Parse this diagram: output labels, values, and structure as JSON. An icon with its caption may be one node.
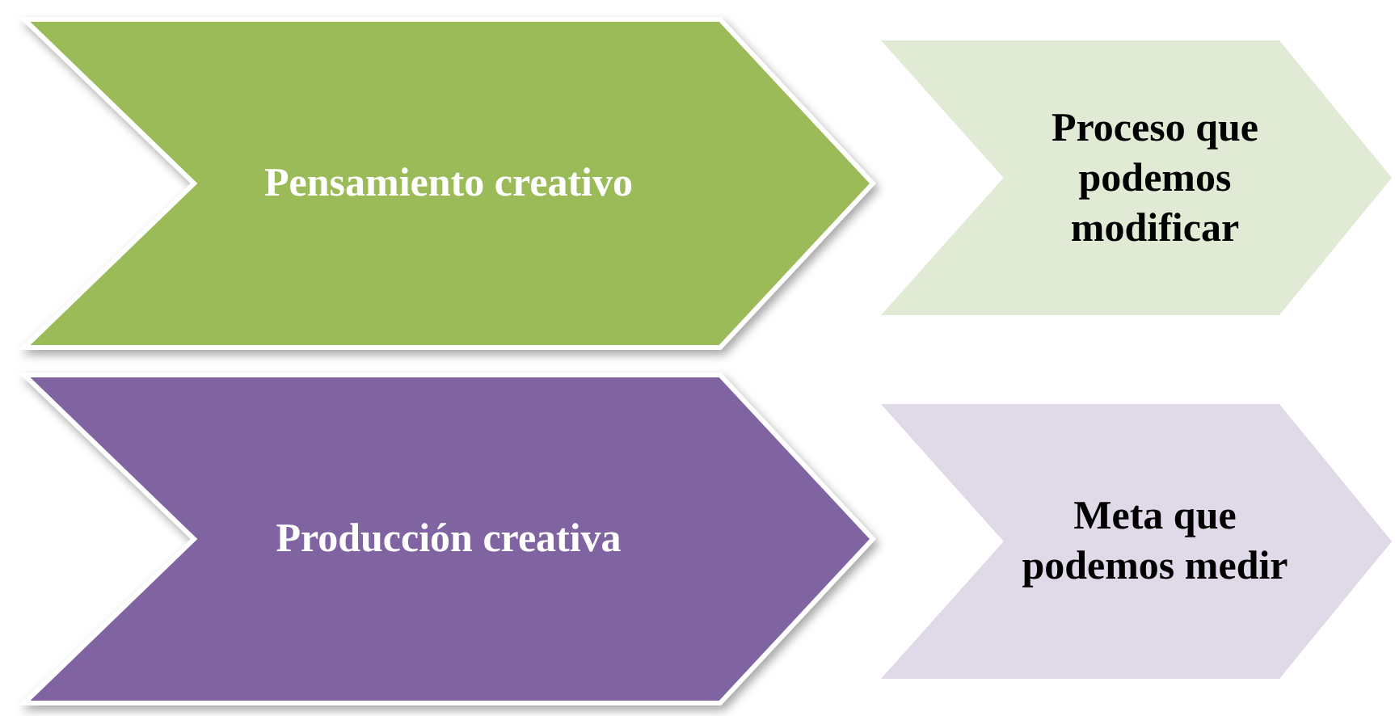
{
  "diagram": {
    "nodes": [
      {
        "text": [
          "Pensamiento creativo"
        ]
      },
      {
        "text": [
          "Proceso que podemos modificar"
        ]
      },
      {
        "text": [
          "Producción creativa"
        ]
      },
      {
        "text": [
          "Meta que podemos medir"
        ]
      }
    ]
  }
}
